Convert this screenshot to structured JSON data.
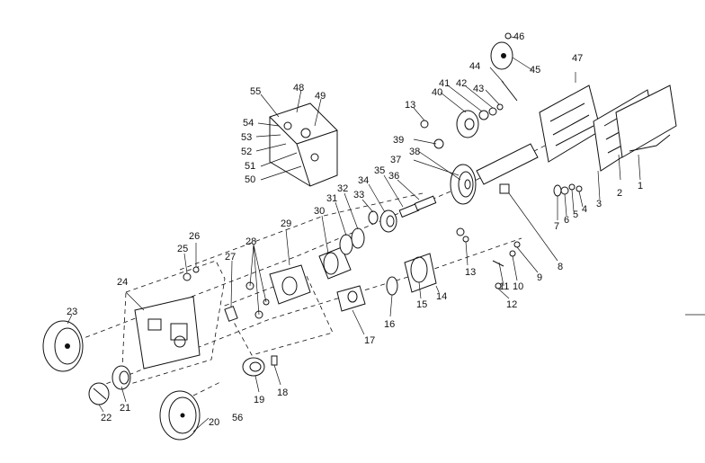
{
  "diagram": {
    "labels": [
      "1",
      "2",
      "3",
      "4",
      "5",
      "6",
      "7",
      "8",
      "9",
      "10",
      "11",
      "12",
      "13",
      "13",
      "14",
      "15",
      "16",
      "17",
      "18",
      "19",
      "20",
      "21",
      "22",
      "23",
      "24",
      "25",
      "26",
      "27",
      "28",
      "29",
      "30",
      "31",
      "32",
      "33",
      "34",
      "35",
      "36",
      "37",
      "38",
      "39",
      "40",
      "41",
      "42",
      "43",
      "44",
      "45",
      "46",
      "47",
      "48",
      "49",
      "50",
      "51",
      "52",
      "53",
      "54",
      "55",
      "56"
    ]
  }
}
